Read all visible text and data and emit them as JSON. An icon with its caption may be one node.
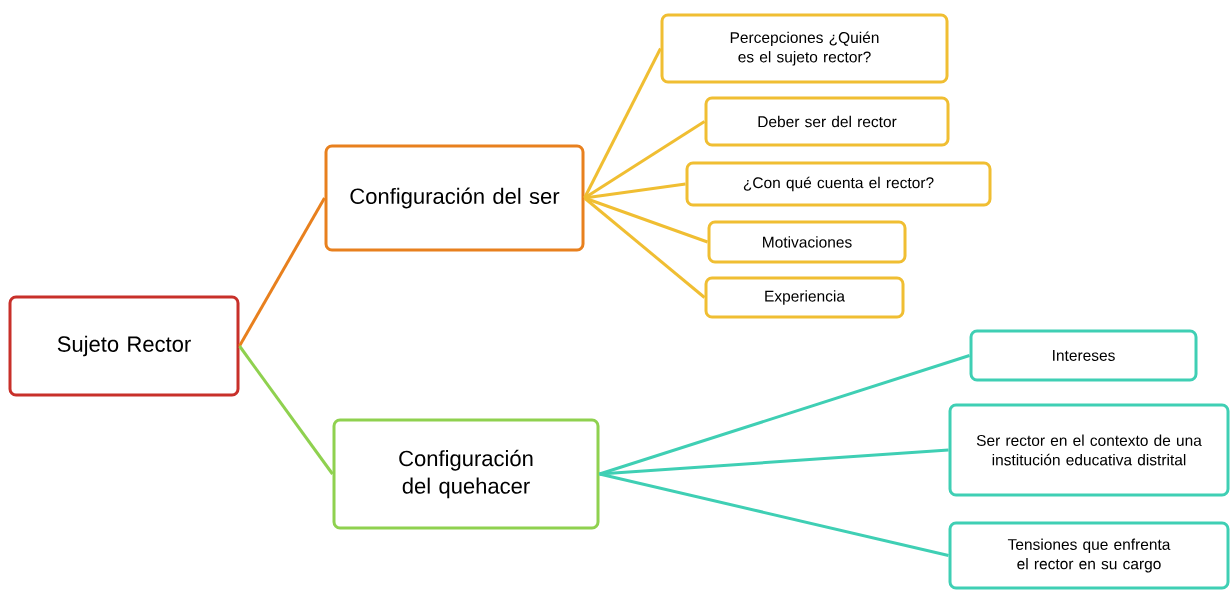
{
  "diagram": {
    "nodes": [
      {
        "text": [
          "Sujeto Rector"
        ]
      },
      {
        "text": [
          "Configuración del ser"
        ]
      },
      {
        "text": [
          "Configuración del quehacer"
        ]
      },
      {
        "text": [
          "Percepciones ¿Quién es el sujeto rector?"
        ]
      },
      {
        "text": [
          "Deber ser del rector"
        ]
      },
      {
        "text": [
          "¿Con qué cuenta el rector?"
        ]
      },
      {
        "text": [
          "Motivaciones"
        ]
      },
      {
        "text": [
          "Experiencia"
        ]
      },
      {
        "text": [
          "Intereses"
        ]
      },
      {
        "text": [
          "Ser rector en el contexto de una institución educativa distrital"
        ]
      },
      {
        "text": [
          "Tensiones que enfrenta el rector en su cargo"
        ]
      }
    ],
    "edges": [
      {
        "from": 0,
        "to": 1,
        "arrow": "none",
        "color": "#e8801e"
      },
      {
        "from": 0,
        "to": 2,
        "arrow": "none",
        "color": "#8fd14f"
      },
      {
        "from": 1,
        "to": 3,
        "arrow": "none"
      },
      {
        "from": 1,
        "to": 4,
        "arrow": "none"
      },
      {
        "from": 1,
        "to": 5,
        "arrow": "none"
      },
      {
        "from": 1,
        "to": 6,
        "arrow": "none"
      },
      {
        "from": 1,
        "to": 7,
        "arrow": "none"
      },
      {
        "from": 2,
        "to": 8,
        "arrow": "none",
        "color": "#3fcfb4"
      },
      {
        "from": 2,
        "to": 9,
        "arrow": "none",
        "color": "#3fcfb4"
      },
      {
        "from": 2,
        "to": 10,
        "arrow": "none",
        "color": "#3fcfb4"
      }
    ]
  }
}
